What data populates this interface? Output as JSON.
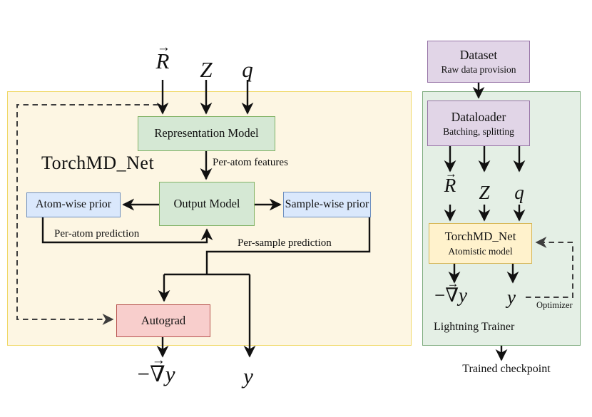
{
  "figure": {
    "inputs": {
      "R": {
        "letter": "R",
        "vec_arrow": "→"
      },
      "Z": "Z",
      "q": "q"
    },
    "outputs": {
      "neg_grad": {
        "minus": "−",
        "nabla": "∇",
        "vec_arrow": "→",
        "var": "y"
      },
      "y": "y"
    },
    "left_panel": {
      "title": "TorchMD_Net",
      "representation_box": "Representation Model",
      "output_box": "Output Model",
      "atom_prior_box": "Atom-wise prior",
      "sample_prior_box": "Sample-wise prior",
      "autograd_box": "Autograd",
      "per_atom_features_label": "Per-atom features",
      "per_atom_prediction_label": "Per-atom prediction",
      "per_sample_prediction_label": "Per-sample prediction"
    },
    "right_panel": {
      "title": "Lightning Trainer",
      "dataset_box": {
        "title": "Dataset",
        "subtitle": "Raw data provision"
      },
      "dataloader_box": {
        "title": "Dataloader",
        "subtitle": "Batching, splitting"
      },
      "model_box": {
        "title": "TorchMD_Net",
        "subtitle": "Atomistic model"
      },
      "optimizer_label": "Optimizer",
      "trained_checkpoint_label": "Trained checkpoint"
    },
    "colors": {
      "canvas_bg": "#FFFFFF",
      "left_panel_fill": "#FDF6E3",
      "left_panel_border": "#F0D865",
      "right_panel_fill": "#E4EFE5",
      "right_panel_border": "#7FAC7F",
      "green_box_fill": "#D5E8D4",
      "green_box_border": "#82B366",
      "blue_box_fill": "#DAE8FC",
      "blue_box_border": "#6C8EBF",
      "red_box_fill": "#F8CECC",
      "red_box_border": "#B85450",
      "purple_box_fill": "#E1D5E7",
      "purple_box_border": "#9673A6",
      "yellow_box_fill": "#FFF2CC",
      "yellow_box_border": "#D6B656",
      "line_color": "#111111",
      "dashed_color": "#3D3D3D",
      "text_color": "#111111"
    }
  }
}
